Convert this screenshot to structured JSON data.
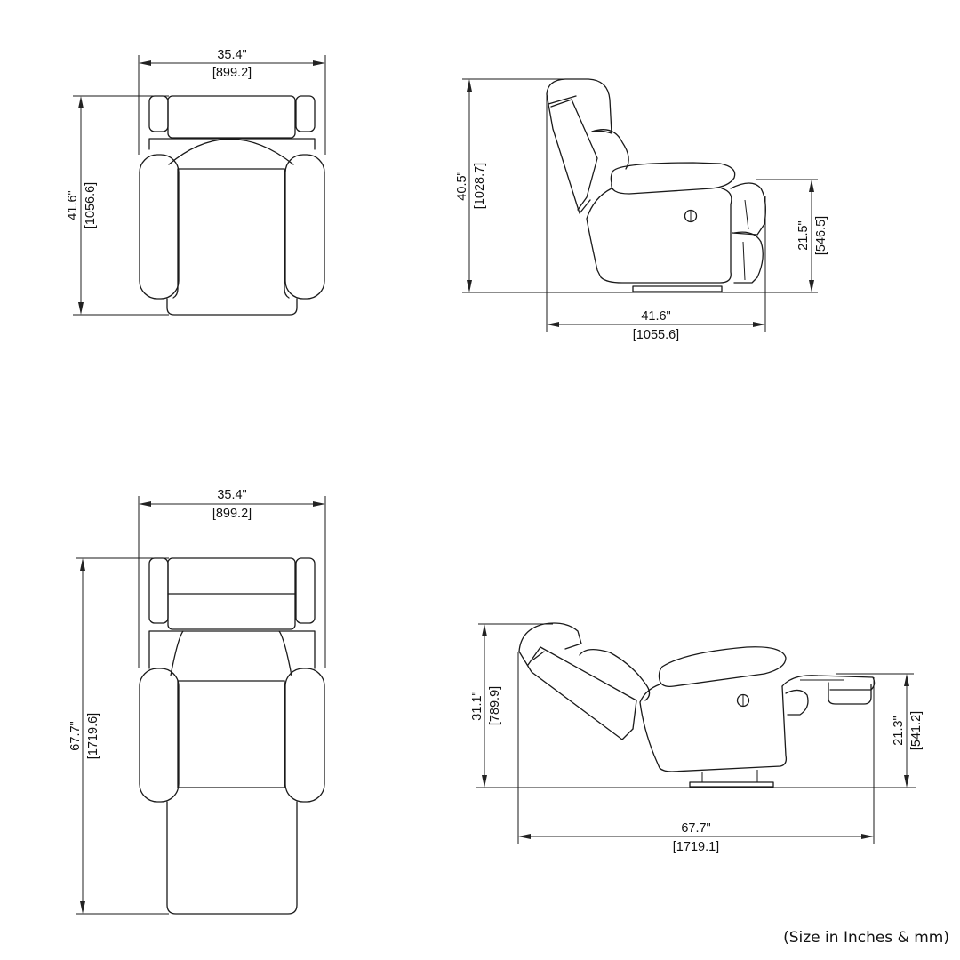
{
  "views": {
    "top_upright": {
      "width_in": "35.4\"",
      "width_mm": "[899.2]",
      "depth_in": "41.6\"",
      "depth_mm": "[1056.6]"
    },
    "side_upright": {
      "height_in": "40.5\"",
      "height_mm": "[1028.7]",
      "seat_height_in": "21.5\"",
      "seat_height_mm": "[546.5]",
      "depth_in": "41.6\"",
      "depth_mm": "[1055.6]"
    },
    "top_reclined": {
      "width_in": "35.4\"",
      "width_mm": "[899.2]",
      "length_in": "67.7\"",
      "length_mm": "[1719.6]"
    },
    "side_reclined": {
      "height_in": "31.1\"",
      "height_mm": "[789.9]",
      "seat_height_in": "21.3\"",
      "seat_height_mm": "[541.2]",
      "length_in": "67.7\"",
      "length_mm": "[1719.1]"
    }
  },
  "footnote": "(Size in Inches & mm)"
}
